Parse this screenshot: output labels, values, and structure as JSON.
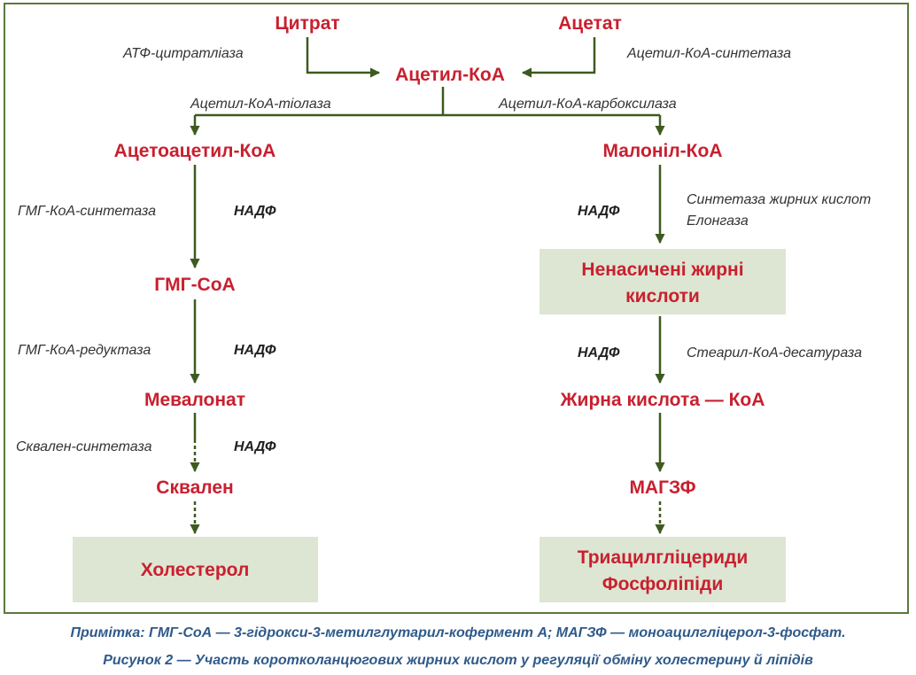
{
  "metabolites": {
    "citrate": "Цитрат",
    "acetate": "Ацетат",
    "acetyl_coa": "Ацетил-КоА",
    "acetoacetyl_coa": "Ацетоацетил-КоА",
    "malonyl_coa": "Малоніл-КоА",
    "hmg_coa": "ГМГ-СоА",
    "unsaturated_fa_line1": "Ненасичені жирні",
    "unsaturated_fa_line2": "кислоти",
    "mevalonate": "Мевалонат",
    "fatty_acid_coa": "Жирна кислота — КоА",
    "squalene": "Сквален",
    "magzf": "МАГЗФ",
    "cholesterol": "Холестерол",
    "triglycerides": "Триацилгліцериди",
    "phospholipids": "Фосфоліпіди"
  },
  "enzymes": {
    "atp_citrate_lyase": "АТФ-цитратліаза",
    "acetyl_coa_synthetase": "Ацетил-КоА-синтетаза",
    "acetyl_coa_thiolase": "Ацетил-КоА-тіолаза",
    "acetyl_coa_carboxylase": "Ацетил-КоА-карбоксилаза",
    "hmg_coa_synthetase": "ГМГ-КоА-синтетаза",
    "fa_synthase": "Синтетаза жирних кислот",
    "elongase": "Елонгаза",
    "hmg_coa_reductase": "ГМГ-КоА-редуктаза",
    "stearoyl_coa_desaturase": "Стеарил-КоА-десатураза",
    "squalene_synthetase": "Сквален-синтетаза"
  },
  "cofactor": "НАДФ",
  "note": "Примітка: ГМГ-СоА — 3-гідрокси-3-метилглутарил-кофермент А; МАГЗФ — моноацилгліцерол-3-фосфат.",
  "figure_caption": "Рисунок 2 — Участь коротколанцюгових жирних кислот у регуляції обміну холестерину й ліпідів",
  "colors": {
    "metabolite": "#c8202f",
    "arrow": "#3d5a1f",
    "box_fill": "#dde6d3",
    "frame": "#5a7a3e",
    "caption": "#2f5a8a"
  }
}
